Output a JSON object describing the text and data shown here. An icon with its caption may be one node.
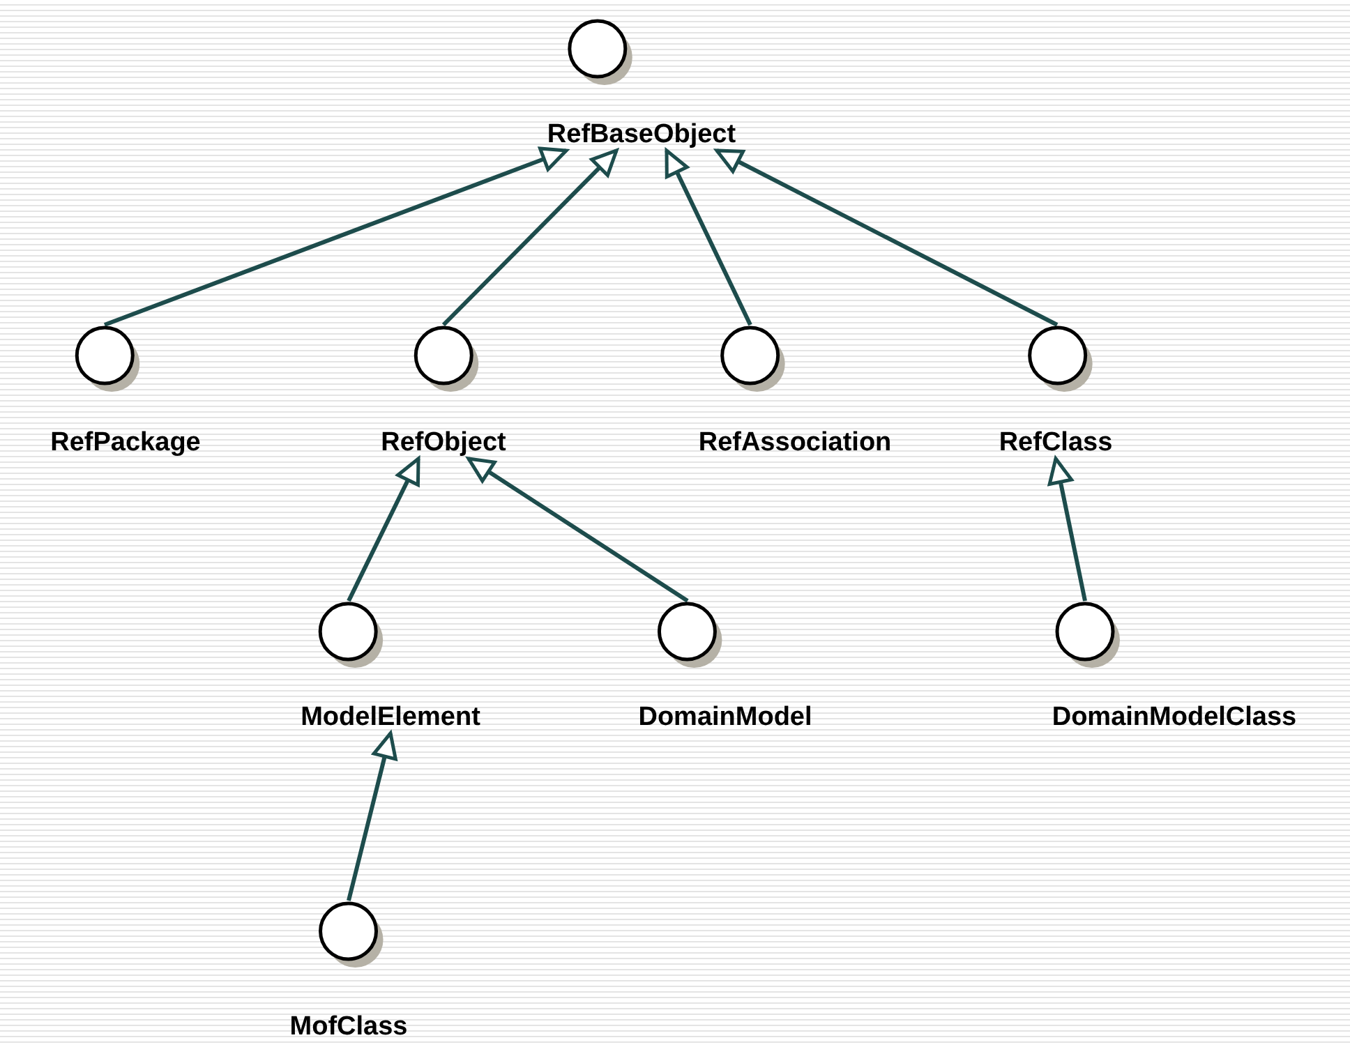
{
  "diagram": {
    "nodes": [
      {
        "text": [
          "RefBaseObject"
        ]
      },
      {
        "text": [
          "RefPackage"
        ]
      },
      {
        "text": [
          "RefObject"
        ]
      },
      {
        "text": [
          "RefAssociation"
        ]
      },
      {
        "text": [
          "RefClass"
        ]
      },
      {
        "text": [
          "ModelElement"
        ]
      },
      {
        "text": [
          "DomainModel"
        ]
      },
      {
        "text": [
          "DomainModelClass"
        ]
      },
      {
        "text": [
          "MofClass"
        ]
      }
    ],
    "edges": [
      {
        "from": 1,
        "to": 0,
        "arrow": "to"
      },
      {
        "from": 2,
        "to": 0,
        "arrow": "to"
      },
      {
        "from": 3,
        "to": 0,
        "arrow": "to"
      },
      {
        "from": 4,
        "to": 0,
        "arrow": "to"
      },
      {
        "from": 5,
        "to": 2,
        "arrow": "to"
      },
      {
        "from": 6,
        "to": 2,
        "arrow": "to"
      },
      {
        "from": 7,
        "to": 4,
        "arrow": "to"
      },
      {
        "from": 8,
        "to": 5,
        "arrow": "to"
      }
    ]
  }
}
